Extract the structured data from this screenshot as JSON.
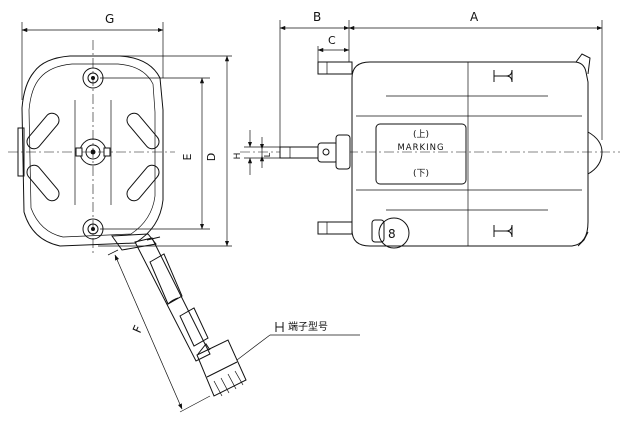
{
  "dimensions": {
    "a": "A",
    "b": "B",
    "c": "C",
    "d": "D",
    "e": "E",
    "f": "F",
    "g": "G",
    "h": "H",
    "l": "L"
  },
  "marking": {
    "top": "(上)",
    "label": "MARKING",
    "bottom": "(下)"
  },
  "connector_note": "端子型号"
}
